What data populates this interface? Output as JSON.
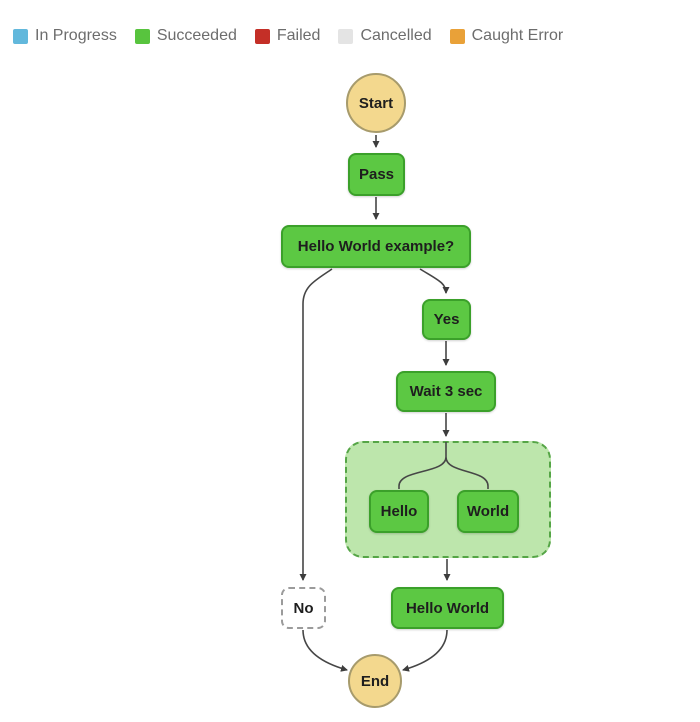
{
  "legend": {
    "items": [
      {
        "label": "In Progress",
        "color": "#62B8DC"
      },
      {
        "label": "Succeeded",
        "color": "#58C43E"
      },
      {
        "label": "Failed",
        "color": "#C42F27"
      },
      {
        "label": "Cancelled",
        "color": "#E4E4E4"
      },
      {
        "label": "Caught Error",
        "color": "#E9A138"
      }
    ]
  },
  "diagram": {
    "nodes": {
      "start": {
        "label": "Start",
        "status": "terminal"
      },
      "pass": {
        "label": "Pass",
        "status": "succeeded"
      },
      "choice": {
        "label": "Hello World example?",
        "status": "succeeded"
      },
      "yes": {
        "label": "Yes",
        "status": "succeeded"
      },
      "wait": {
        "label": "Wait 3 sec",
        "status": "succeeded"
      },
      "hello": {
        "label": "Hello",
        "status": "succeeded"
      },
      "world": {
        "label": "World",
        "status": "succeeded"
      },
      "no": {
        "label": "No",
        "status": "not-executed"
      },
      "hello_world": {
        "label": "Hello World",
        "status": "succeeded"
      },
      "end": {
        "label": "End",
        "status": "terminal"
      }
    }
  },
  "colors": {
    "succeeded_fill": "#5CC843",
    "succeeded_border": "#3BA02A",
    "parallel_fill": "#BDE6AC",
    "parallel_border": "#55A546",
    "terminal_fill": "#F3D88E",
    "terminal_border": "#A79B6C",
    "not_executed_border": "#9b9b9b",
    "edge": "#464646",
    "legend_text": "#6d6d6d"
  }
}
